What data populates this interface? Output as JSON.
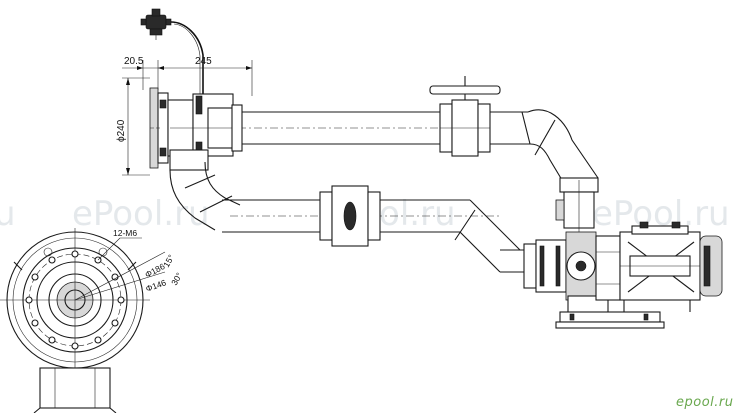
{
  "dimensions": {
    "offset": "20.5",
    "length": "245",
    "diameter": "ϕ240",
    "bolts": "12-M6",
    "pcd_large": "Φ186",
    "pcd_small": "Φ146",
    "angle1": "15°",
    "angle2": "30°"
  },
  "watermarks": [
    "ePool.ru",
    "ePool.ru",
    "ePool.ru"
  ],
  "watermark_left": "u",
  "brand": "epool.ru"
}
